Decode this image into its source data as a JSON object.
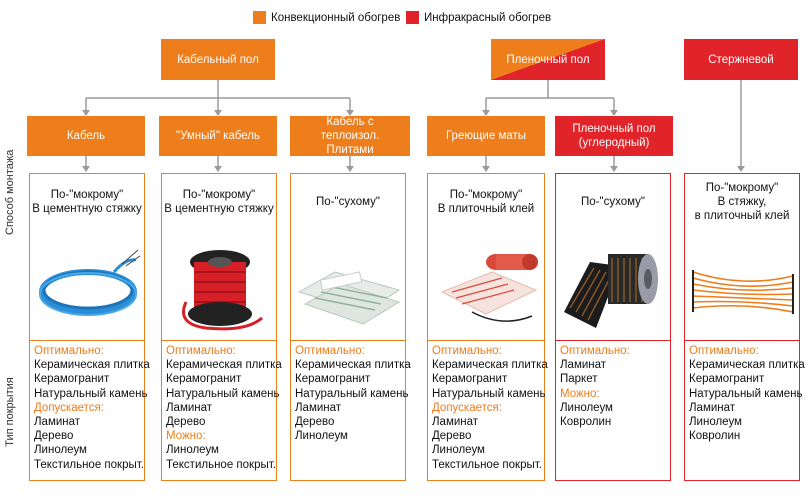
{
  "legend": {
    "convection": {
      "label": "Конвекционный обогрев",
      "color": "#ee7d1c"
    },
    "infrared": {
      "label": "Инфракрасный обогрев",
      "color": "#e1232a"
    }
  },
  "top": {
    "cable_floor": "Кабельный пол",
    "film_floor": "Пленочный пол",
    "rod": "Стержневой"
  },
  "side_labels": {
    "method": "Способ монтажа",
    "coverage": "Тип покрытия"
  },
  "columns": [
    {
      "title": "Кабель",
      "method": [
        "По-\"мокрому\"",
        "В цементную стяжку"
      ],
      "image": "blue-cable-coil",
      "groups": [
        {
          "heading": "Оптимально:",
          "items": [
            "Керамическая плитка",
            "Керамогранит",
            "Натуральный камень"
          ]
        },
        {
          "heading": "Допускается:",
          "items": [
            "Ламинат",
            "Дерево",
            "Линолеум",
            "Текстильное покрыт."
          ]
        }
      ]
    },
    {
      "title": "\"Умный\" кабель",
      "method": [
        "По-\"мокрому\"",
        "В цементную стяжку"
      ],
      "image": "red-cable-spool",
      "groups": [
        {
          "heading": "Оптимально:",
          "items": [
            "Керамическая плитка",
            "Керамогранит",
            "Натуральный камень",
            "Ламинат",
            "Дерево"
          ]
        },
        {
          "heading": "Можно:",
          "items": [
            "Линолеум",
            "Текстильное покрыт."
          ]
        }
      ]
    },
    {
      "title": "Кабель с теплоизол. Плитами",
      "method": [
        "По-\"сухому\""
      ],
      "image": "insulation-plates",
      "groups": [
        {
          "heading": "Оптимально:",
          "items": [
            "Керамическая плитка",
            "Керамогранит",
            "Натуральный камень",
            "Ламинат",
            "Дерево",
            "Линолеум"
          ]
        }
      ]
    },
    {
      "title": "Греющие маты",
      "method": [
        "По-\"мокрому\"",
        "В плиточный клей"
      ],
      "image": "heating-mat-roll",
      "groups": [
        {
          "heading": "Оптимально:",
          "items": [
            "Керамическая плитка",
            "Керамогранит",
            "Натуральный камень"
          ]
        },
        {
          "heading": "Допускается:",
          "items": [
            "Ламинат",
            "Дерево",
            "Линолеум",
            "Текстильное покрыт."
          ]
        }
      ]
    },
    {
      "title": "Пленочный пол (углеродный)",
      "method": [
        "По-\"сухому\""
      ],
      "image": "carbon-film-rolls",
      "groups": [
        {
          "heading": "Оптимально:",
          "items": [
            "Ламинат",
            "Паркет"
          ]
        },
        {
          "heading": "Можно:",
          "items": [
            "Линолеум",
            "Ковролин"
          ]
        }
      ]
    },
    {
      "title": "",
      "method": [
        "По-\"мокрому\"",
        "В стяжку,",
        "в плиточный клей"
      ],
      "image": "carbon-rods-bundle",
      "groups": [
        {
          "heading": "Оптимально:",
          "items": [
            "Керамическая плитка",
            "Керамогранит",
            "Натуральный камень",
            "Ламинат",
            "Линолеум",
            "Ковролин"
          ]
        }
      ]
    }
  ]
}
